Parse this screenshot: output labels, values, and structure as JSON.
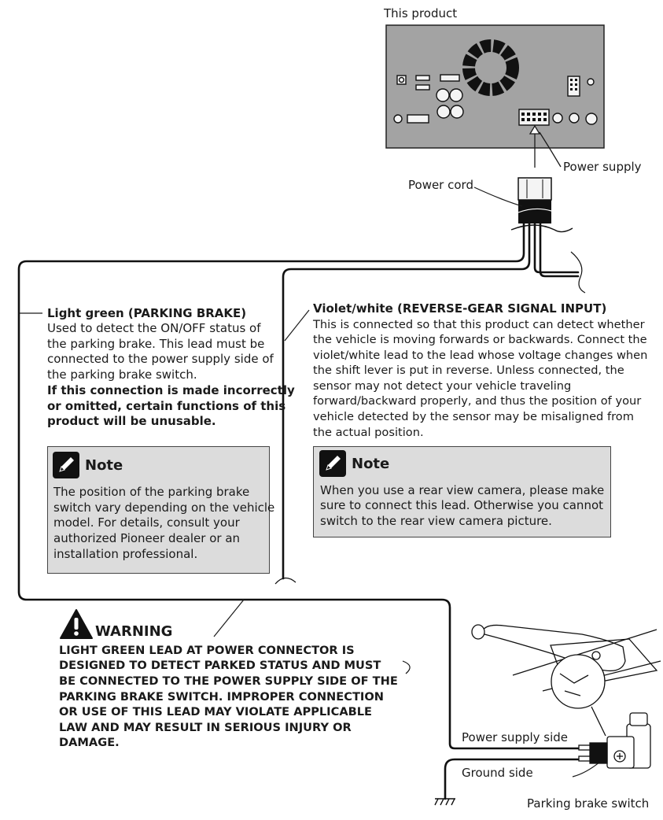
{
  "labels": {
    "this_product": "This product",
    "power_supply": "Power supply",
    "power_cord": "Power cord",
    "power_supply_side": "Power supply side",
    "ground_side": "Ground side",
    "parking_brake_switch": "Parking brake switch"
  },
  "light_green": {
    "heading": "Light green (PARKING BRAKE)",
    "lines": [
      "Used to detect the ON/OFF status of",
      "the parking brake. This lead must be",
      "connected to the power supply side of",
      "the parking brake switch."
    ],
    "bold_lines": [
      "If this connection is made incorrectly",
      "or omitted, certain functions of this",
      "product will be unusable."
    ]
  },
  "note_left": {
    "title": "Note",
    "lines": [
      "The position of the parking brake",
      "switch vary depending on the vehicle",
      "model. For details, consult your",
      "authorized Pioneer dealer or an",
      "installation professional."
    ]
  },
  "violet_white": {
    "heading": "Violet/white (REVERSE-GEAR SIGNAL INPUT)",
    "lines": [
      "This is connected so that this product can detect whether",
      "the vehicle is moving forwards or backwards. Connect the",
      "violet/white lead to the lead whose voltage changes when",
      "the shift lever is put in reverse. Unless connected, the",
      "sensor may not detect your vehicle traveling",
      "forward/backward properly, and thus the position of your",
      "vehicle detected by the sensor may be misaligned from",
      "the actual position."
    ]
  },
  "note_right": {
    "title": "Note",
    "lines": [
      "When you use a rear view camera, please make",
      "sure to connect this lead. Otherwise you cannot",
      "switch to the rear view camera picture."
    ]
  },
  "warning": {
    "title": "WARNING",
    "lines": [
      "LIGHT GREEN LEAD AT POWER CONNECTOR IS",
      "DESIGNED TO DETECT PARKED STATUS AND MUST",
      "BE CONNECTED TO THE POWER SUPPLY SIDE OF THE",
      "PARKING BRAKE SWITCH. IMPROPER CONNECTION",
      "OR USE OF THIS LEAD MAY VIOLATE APPLICABLE",
      "LAW AND MAY RESULT IN SERIOUS INJURY OR",
      "DAMAGE."
    ]
  },
  "icons": {
    "note": "pencil-icon",
    "warning": "warning-triangle-icon",
    "ground": "ground-symbol-icon"
  },
  "colors": {
    "unit_panel": "#a3a3a3",
    "note_box": "#dcdcdc",
    "line": "#1a1a1a"
  }
}
